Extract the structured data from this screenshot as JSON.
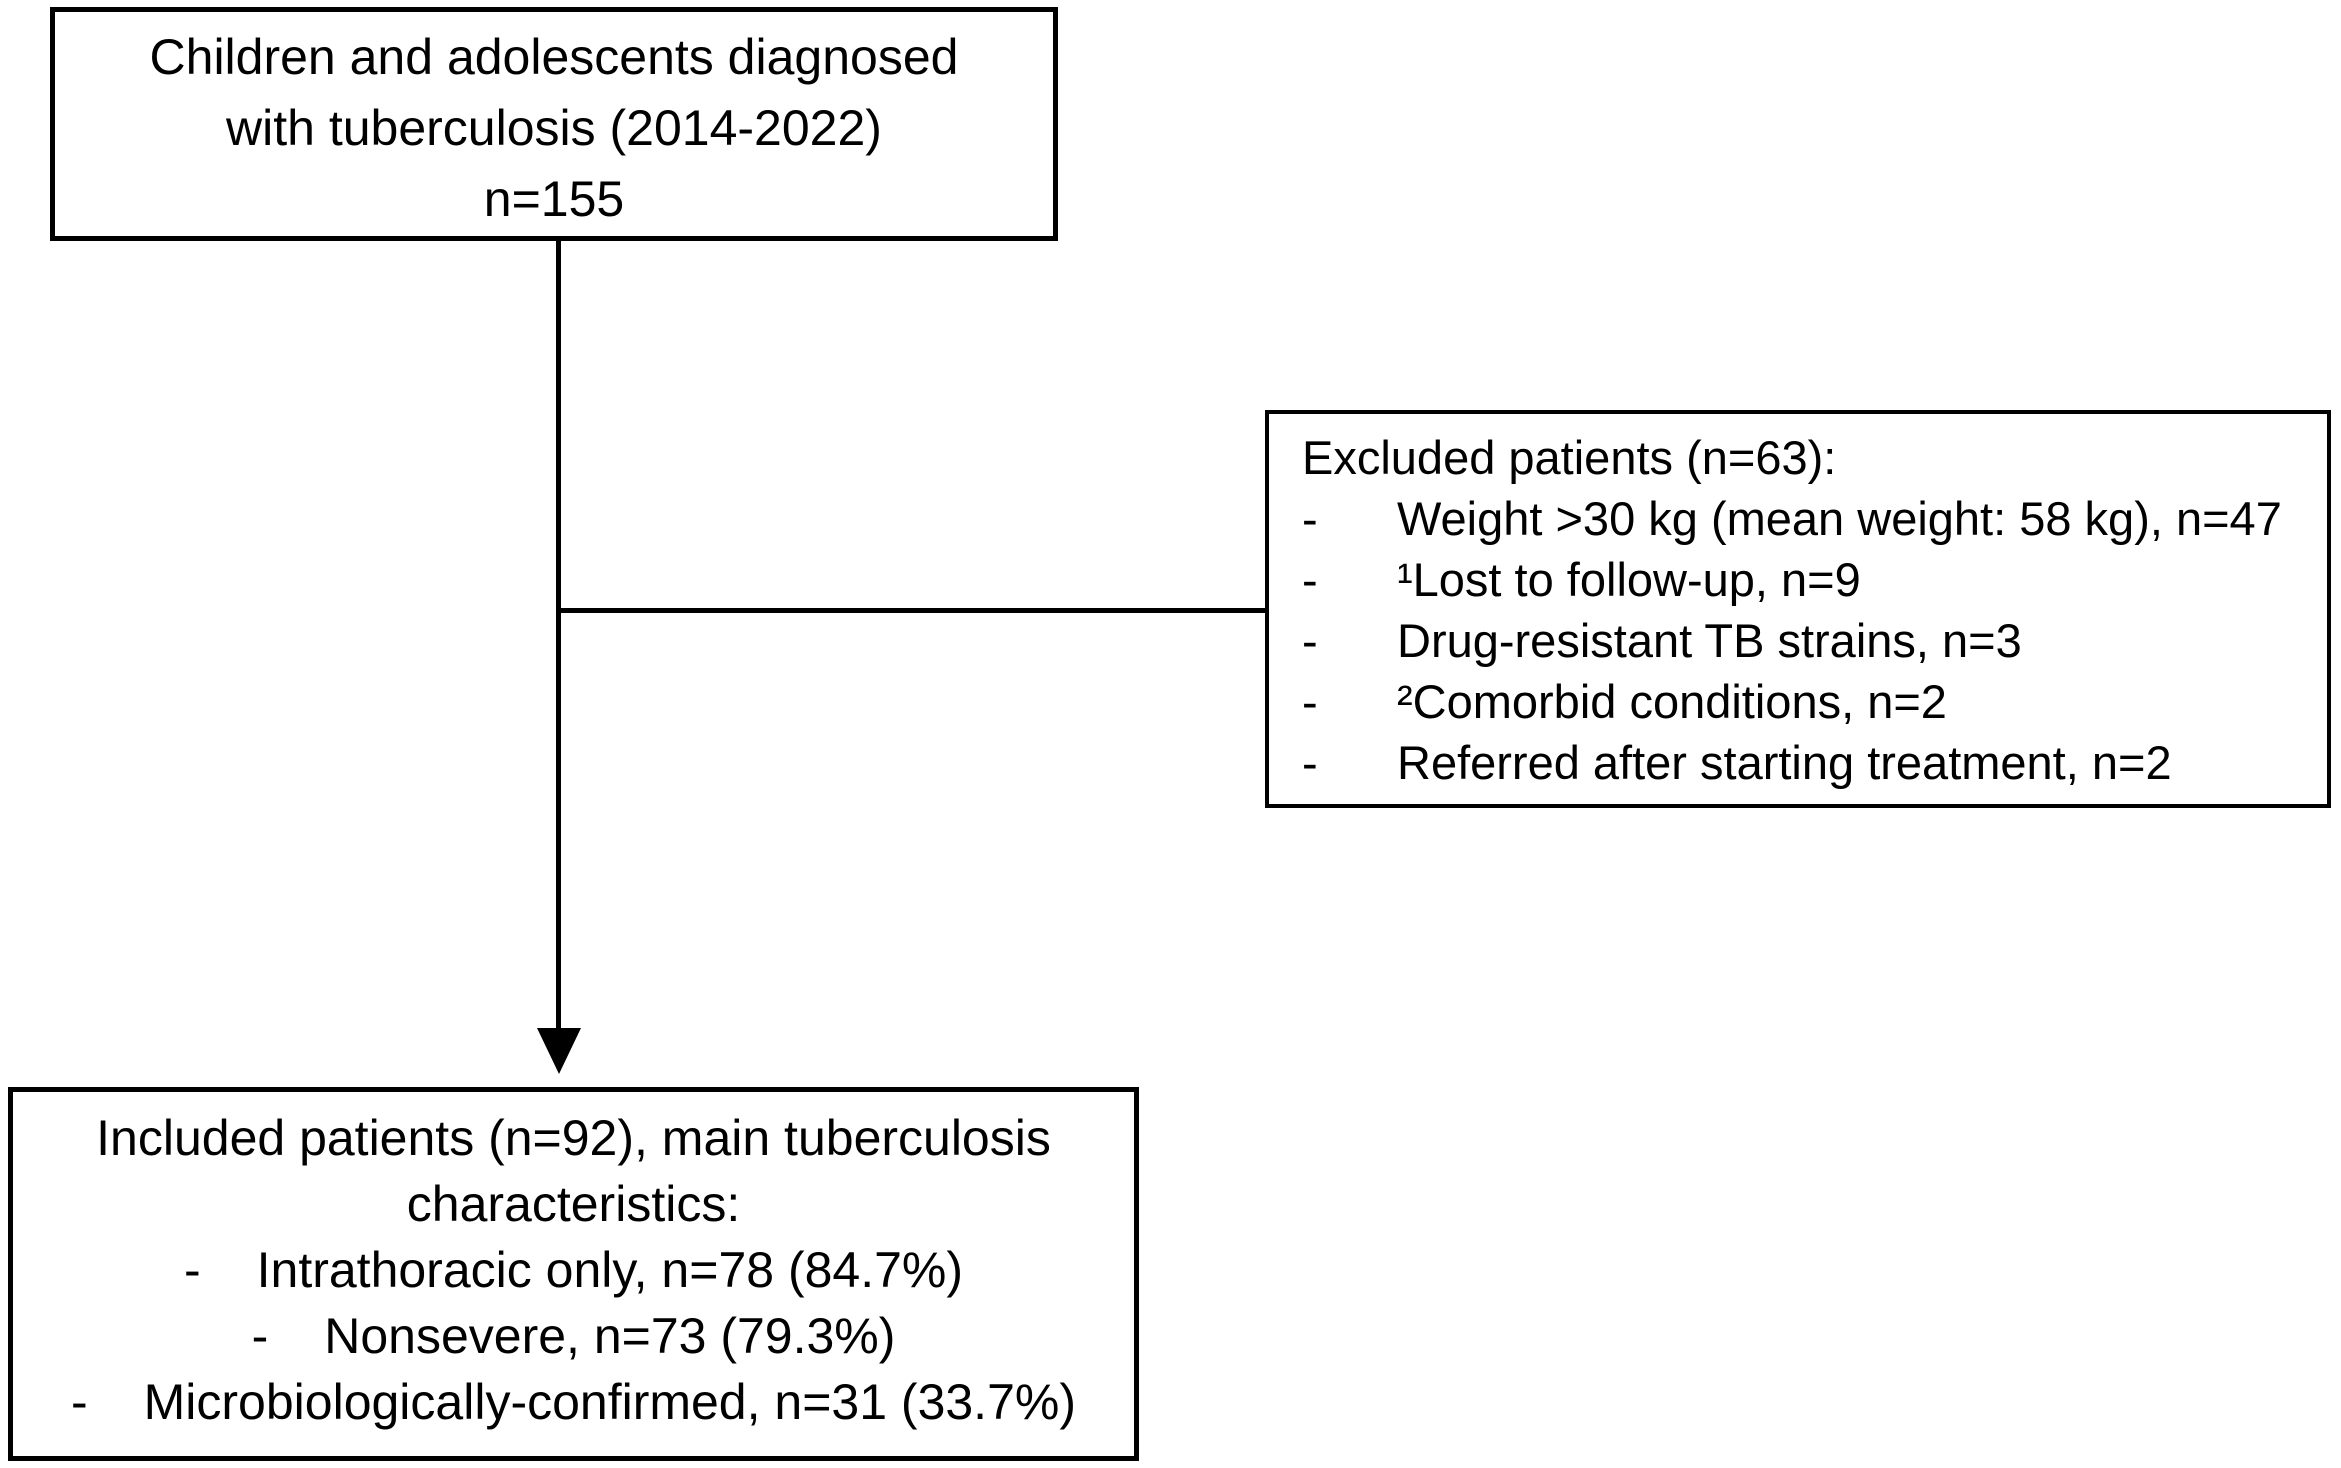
{
  "page": {
    "background_color": "#ffffff",
    "text_color": "#000000",
    "line_color": "#000000",
    "type": "patient-flow-diagram"
  },
  "top_box": {
    "lines": [
      "Children and adolescents diagnosed",
      "with tuberculosis (2014-2022)",
      "n=155"
    ]
  },
  "excluded_box": {
    "title": "Excluded patients (n=63):",
    "items": [
      {
        "marker": "-",
        "text": "Weight >30 kg (mean weight: 58 kg), n=47"
      },
      {
        "marker": "-",
        "text": "¹Lost to follow-up, n=9"
      },
      {
        "marker": "-",
        "text": "Drug-resistant TB strains, n=3"
      },
      {
        "marker": "-",
        "text": "²Comorbid conditions, n=2"
      },
      {
        "marker": "-",
        "text": "Referred after starting treatment, n=2"
      }
    ]
  },
  "included_box": {
    "title_lines": [
      "Included patients (n=92), main tuberculosis",
      "characteristics:"
    ],
    "items": [
      {
        "marker": "-",
        "text": "Intrathoracic only, n=78 (84.7%)"
      },
      {
        "marker": "-",
        "text": "Nonsevere, n=73 (79.3%)"
      },
      {
        "marker": "-",
        "text": "Microbiologically-confirmed, n=31 (33.7%)"
      }
    ]
  }
}
